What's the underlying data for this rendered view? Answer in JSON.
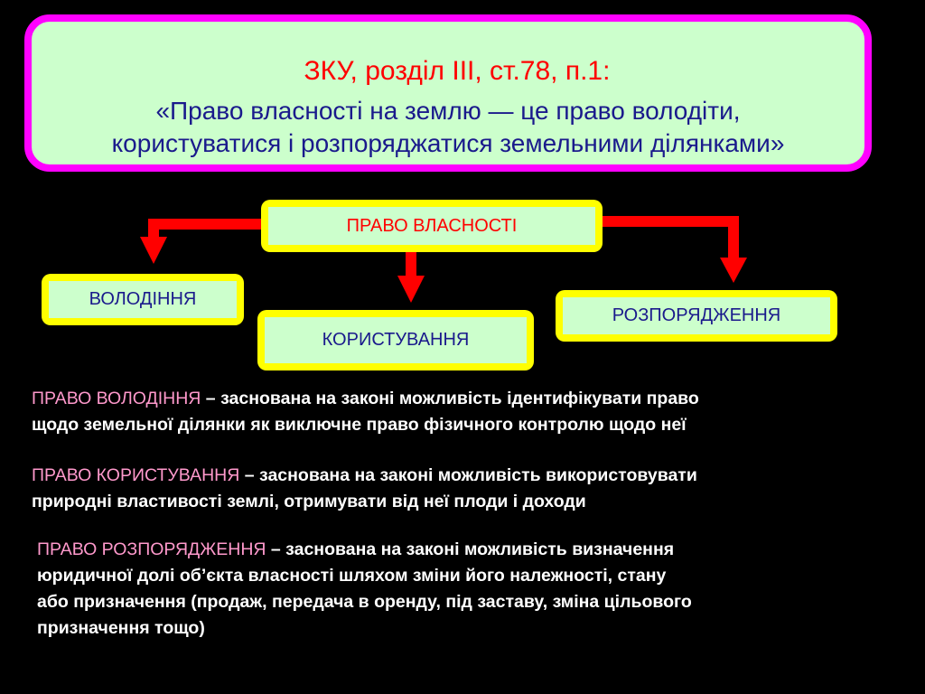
{
  "header": {
    "title": "ЗКУ, розділ ІІІ, ст.78, п.1:",
    "quote_line1": "«Право власності на землю — це право володіти,",
    "quote_line2": "користуватися і розпоряджатися земельними ділянками»"
  },
  "diagram": {
    "root": "ПРАВО ВЛАСНОСТІ",
    "children": [
      "ВОЛОДІННЯ",
      "КОРИСТУВАННЯ",
      "РОЗПОРЯДЖЕННЯ"
    ]
  },
  "definitions": [
    {
      "term": "ПРАВО ВОЛОДІННЯ",
      "lines": [
        " – заснована на законі можливість ідентифікувати право",
        "щодо земельної ділянки як виключне право фізичного контролю щодо неї"
      ]
    },
    {
      "term": "ПРАВО КОРИСТУВАННЯ",
      "lines": [
        " – заснована на законі можливість використовувати",
        "природні властивості землі, отримувати від неї плоди і доходи"
      ]
    },
    {
      "term": "ПРАВО РОЗПОРЯДЖЕННЯ",
      "lines": [
        " – заснована на законі можливість визначення",
        "юридичної долі об’єкта власності шляхом зміни його належності, стану",
        "або призначення (продаж, передача в оренду, під заставу, зміна цільового",
        "призначення тощо)"
      ]
    }
  ],
  "colors": {
    "background": "#000000",
    "header_fill": "#ccffcc",
    "header_border": "#ff00ff",
    "node_border": "#ffff00",
    "arrow": "#ff0000",
    "term": "#ff99cc"
  }
}
